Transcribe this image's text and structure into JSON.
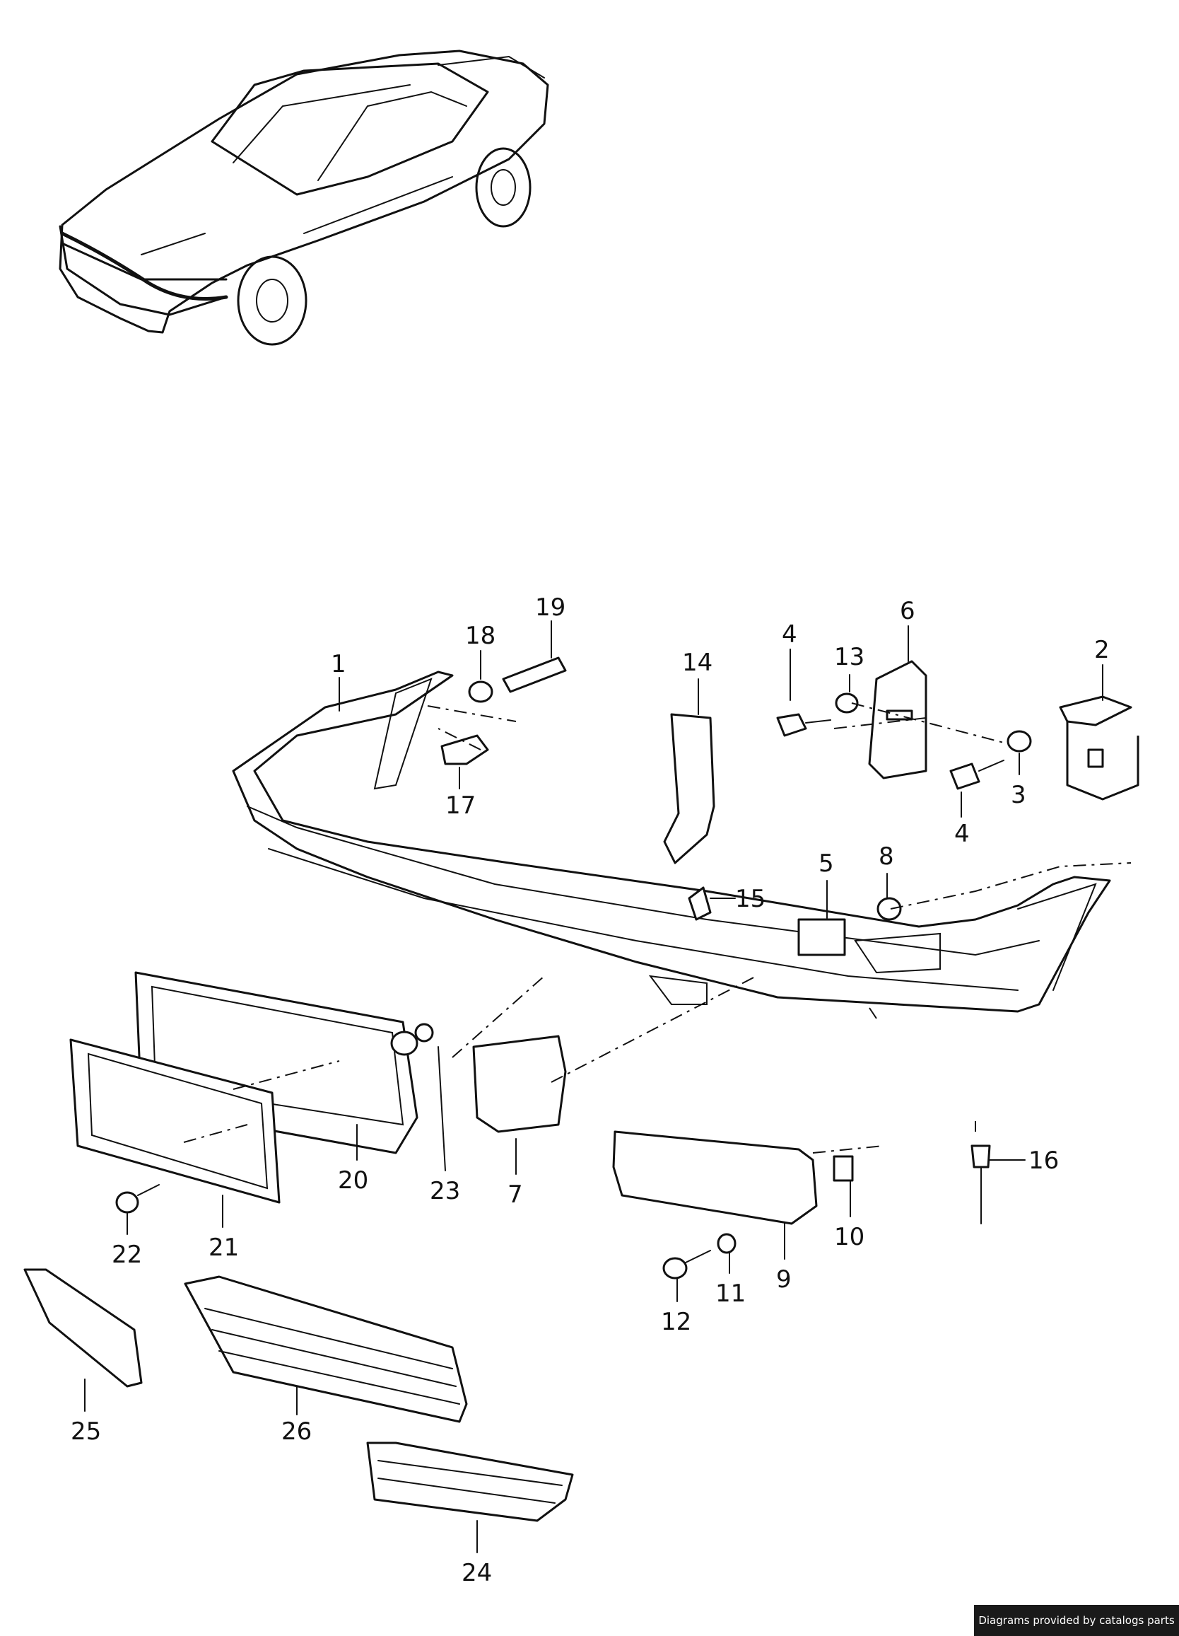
{
  "diagram": {
    "callouts": [
      "1",
      "2",
      "3",
      "4",
      "4",
      "5",
      "6",
      "7",
      "8",
      "9",
      "10",
      "11",
      "12",
      "13",
      "14",
      "15",
      "16",
      "17",
      "18",
      "19",
      "20",
      "21",
      "22",
      "23",
      "24",
      "25",
      "26"
    ]
  },
  "footer": {
    "credit": "Diagrams provided by catalogs parts"
  }
}
